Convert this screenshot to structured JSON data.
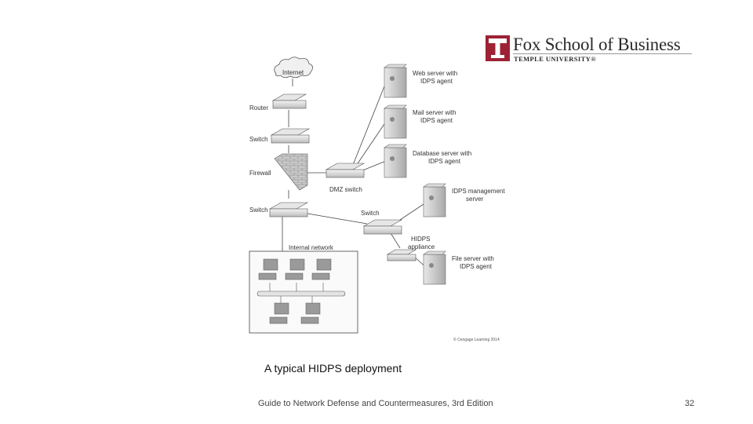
{
  "logo": {
    "name": "Fox School of Business",
    "sub": "TEMPLE UNIVERSITY®",
    "color": "#9d2235"
  },
  "diagram": {
    "nodes": {
      "internet": "Internet",
      "router": "Router",
      "switch_top": "Switch",
      "firewall": "Firewall",
      "switch_mid": "Switch",
      "dmz_switch": "DMZ switch",
      "switch_right": "Switch",
      "hidps_appliance": [
        "HIDPS",
        "appliance"
      ],
      "internal_network": "Internal network",
      "web_server": [
        "Web server with",
        "IDPS agent"
      ],
      "mail_server": [
        "Mail server with",
        "IDPS agent"
      ],
      "db_server": [
        "Database server with",
        "IDPS agent"
      ],
      "mgmt_server": [
        "IDPS management",
        "server"
      ],
      "file_server": [
        "File server with",
        "IDPS agent"
      ]
    },
    "copyright": "© Cengage Learning 2014"
  },
  "caption": "A typical HIDPS deployment",
  "footer": "Guide to Network Defense and Countermeasures, 3rd Edition",
  "page_number": "32"
}
